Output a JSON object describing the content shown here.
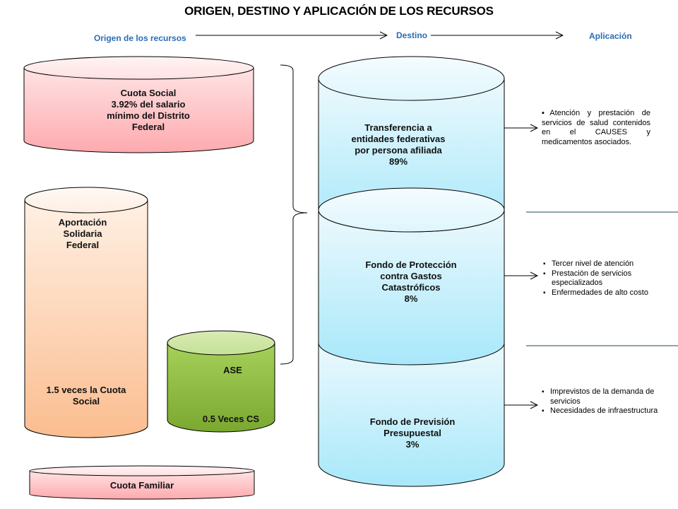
{
  "title": "ORIGEN, DESTINO Y APLICACIÓN DE LOS RECURSOS",
  "stages": {
    "origin": "Origen de los recursos",
    "destination": "Destino",
    "application": "Aplicación"
  },
  "colors": {
    "stage_text": "#2a6db5",
    "cuota_social": "#fdb0b4",
    "aportacion": "#fbc49a",
    "ase": "#8dbf3e",
    "cuota_familiar": "#fbb6ba",
    "destino": "#b8eaf8",
    "separator": "#4a6a7a"
  },
  "origins": {
    "cuota_social": [
      "Cuota Social",
      "3.92%  del salario",
      "mínimo del Distrito",
      "Federal"
    ],
    "aportacion": {
      "name": [
        "Aportación",
        "Solidaria",
        "Federal"
      ],
      "amount": [
        "1.5 veces la Cuota",
        "Social"
      ]
    },
    "ase": {
      "name": "ASE",
      "amount": "0.5 Veces CS"
    },
    "cuota_familiar": "Cuota Familiar"
  },
  "destinations": [
    {
      "lines": [
        "Transferencia a",
        "entidades federativas",
        "por persona afiliada",
        "89%"
      ],
      "share_percent": 89
    },
    {
      "lines": [
        "Fondo de Protección",
        "contra Gastos",
        "Catastróficos",
        "8%"
      ],
      "share_percent": 8
    },
    {
      "lines": [
        "Fondo de Previsión",
        "Presupuestal",
        "3%"
      ],
      "share_percent": 3
    }
  ],
  "applications": [
    {
      "text": "▪Atención y prestación de servicios de salud contenidos en el CAUSES y medicamentos asociados."
    },
    {
      "items": [
        "Tercer nivel de atención",
        "Prestación de servicios especializados",
        "Enfermedades de alto costo"
      ]
    },
    {
      "items": [
        "Imprevistos de la demanda de servicios",
        "Necesidades de infraestructura"
      ]
    }
  ]
}
